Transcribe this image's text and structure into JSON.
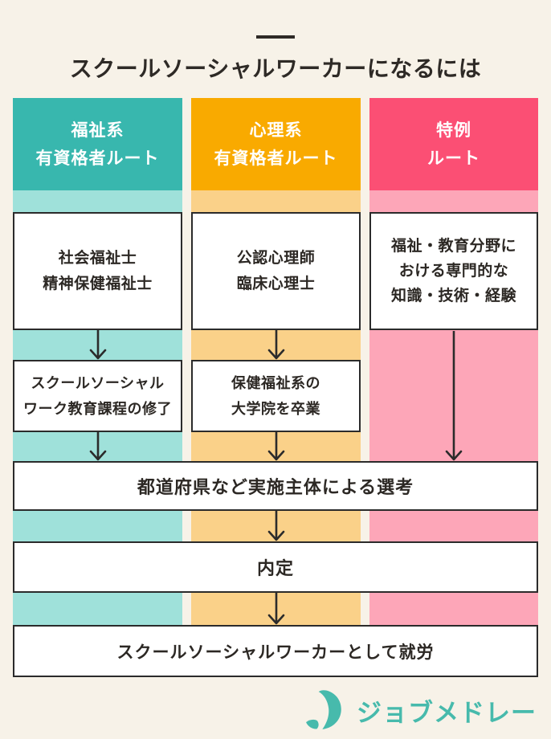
{
  "page": {
    "title": "スクールソーシャルワーカーになるには"
  },
  "colors": {
    "background": "#f7f2e8",
    "text": "#2c2824",
    "box_border": "#2b2b2b",
    "arrow": "#2b2b2b",
    "welfare_accent": "#38b7ae",
    "welfare_light": "#9fe1da",
    "psychology_accent": "#f9aa00",
    "psychology_light": "#fad189",
    "special_accent": "#fb4f74",
    "special_light": "#fda6b8",
    "brand": "#47baac"
  },
  "columns": [
    {
      "name": "welfare-route",
      "header_lines": [
        "福祉系",
        "有資格者ルート"
      ],
      "accent_color": "#38b7ae",
      "light_color": "#9fe1da",
      "steps": [
        {
          "lines": [
            "社会福祉士",
            "精神保健福祉士"
          ]
        },
        {
          "lines": [
            "スクールソーシャル",
            "ワーク教育課程の修了"
          ]
        }
      ]
    },
    {
      "name": "psychology-route",
      "header_lines": [
        "心理系",
        "有資格者ルート"
      ],
      "accent_color": "#f9aa00",
      "light_color": "#fad189",
      "steps": [
        {
          "lines": [
            "公認心理師",
            "臨床心理士"
          ]
        },
        {
          "lines": [
            "保健福祉系の",
            "大学院を卒業"
          ]
        }
      ]
    },
    {
      "name": "special-route",
      "header_lines": [
        "特例",
        "ルート"
      ],
      "accent_color": "#fb4f74",
      "light_color": "#fda6b8",
      "steps": [
        {
          "lines": [
            "福祉・教育分野に",
            "おける専門的な",
            "知識・技術・経験"
          ]
        }
      ]
    }
  ],
  "shared_steps": [
    "都道府県など実施主体による選考",
    "内定",
    "スクールソーシャルワーカーとして就労"
  ],
  "footer": {
    "brand_label": "ジョブメドレー"
  }
}
